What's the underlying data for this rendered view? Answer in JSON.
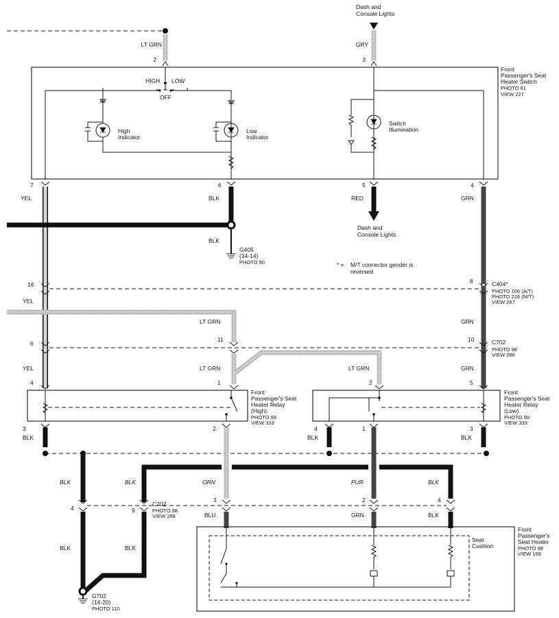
{
  "switch": {
    "name": [
      "Front",
      "Passenger's Seat",
      "Heater Switch"
    ],
    "photo": "PHOTO 61",
    "view": "VIEW 227",
    "high": "HIGH",
    "low": "LOW",
    "off": "OFF",
    "high_indicator": [
      "High",
      "Indicator"
    ],
    "low_indicator": [
      "Low",
      "Indicator"
    ],
    "illumination": [
      "Switch",
      "Illumination"
    ]
  },
  "top_feed": {
    "name": [
      "Dash and",
      "Console Lights"
    ]
  },
  "out_feed": {
    "name": [
      "Dash and",
      "Console Lights"
    ]
  },
  "ground_g405": {
    "name": "G405",
    "sub": "(14-14)",
    "photo": "PHOTO 90"
  },
  "ground_g702": {
    "name": "G702",
    "sub": "(14-20)",
    "photo": "PHOTO 110"
  },
  "note": {
    "symbol": "* =",
    "text": [
      "M/T connector gender is",
      "reversed"
    ]
  },
  "c404": {
    "name": "C404*",
    "lines": [
      "PHOTO 106 (A/T)",
      "PHOTO 226 (M/T)",
      "VIEW 267"
    ]
  },
  "c702_upper": {
    "name": "C702",
    "lines": [
      "PHOTO 98",
      "VIEW 286"
    ]
  },
  "c702_lower": {
    "name": "C702",
    "lines": [
      "PHOTO 98",
      "VIEW 288"
    ]
  },
  "relay_high": {
    "name": [
      "Front",
      "Passenger's Seat",
      "Heater Relay",
      "(High)"
    ],
    "photo": "PHOTO 99",
    "view": "VIEW 333"
  },
  "relay_low": {
    "name": [
      "Front",
      "Passenger's Seat",
      "Heater Relay",
      "(Low)"
    ],
    "photo": "PHOTO 99",
    "view": "VIEW 333"
  },
  "heater": {
    "name": [
      "Front",
      "Passenger's",
      "Seat Heater"
    ],
    "photo": "PHOTO 98",
    "view": "VIEW 168",
    "cushion": [
      "Seat",
      "Cushion"
    ]
  },
  "wires": {
    "lt_grn": "LT GRN",
    "gry": "GRY",
    "yel": "YEL",
    "blk": "BLK",
    "red": "RED",
    "grn": "GRN",
    "orn": "ORN",
    "pur": "PUR",
    "blu": "BLU"
  },
  "pins": {
    "sw_2": "2",
    "sw_3": "3",
    "sw_7": "7",
    "sw_6": "6",
    "sw_5": "5",
    "sw_4": "4",
    "c404_16": "16",
    "c404_8": "8",
    "c702_11": "11",
    "c702_6": "6",
    "c702_10": "10",
    "rh_4": "4",
    "rh_1": "1",
    "rh_3": "3",
    "rh_2": "2",
    "rl_2": "2",
    "rl_5": "5",
    "rl_4": "4",
    "rl_1": "1",
    "rl_3": "3",
    "c702_4": "4",
    "c702_9": "9",
    "sh_3": "3",
    "sh_2": "2",
    "sh_4": "4"
  }
}
